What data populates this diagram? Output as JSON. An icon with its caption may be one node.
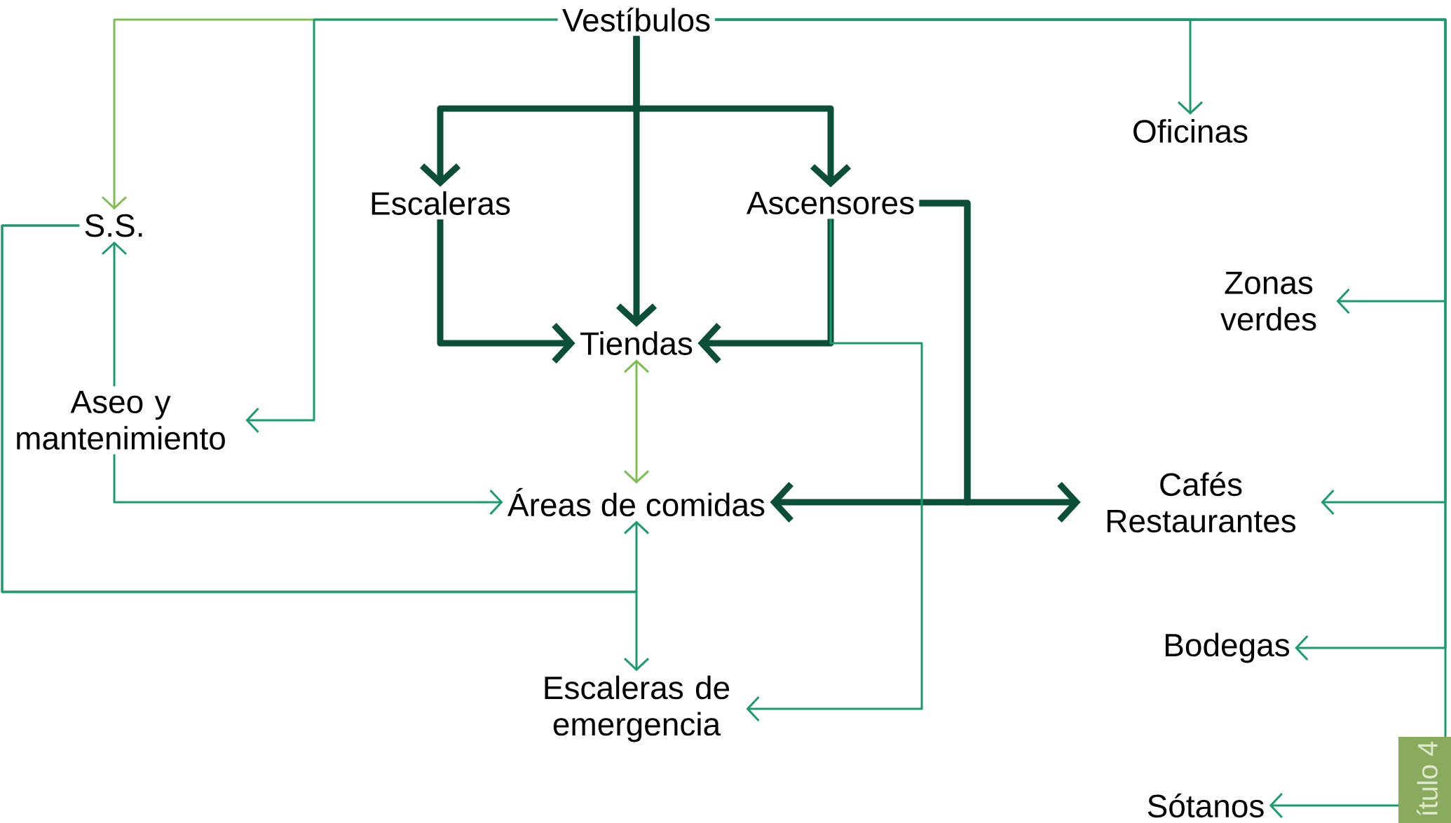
{
  "diagram": {
    "nodes": [
      {
        "text": [
          "Vestíbulos"
        ]
      },
      {
        "text": [
          "S.S."
        ]
      },
      {
        "text": [
          "Escaleras"
        ]
      },
      {
        "text": [
          "Ascensores"
        ]
      },
      {
        "text": [
          "Oficinas"
        ]
      },
      {
        "text": [
          "Tiendas"
        ]
      },
      {
        "text": [
          "Zonas verdes"
        ]
      },
      {
        "text": [
          "Aseo y mantenimiento"
        ]
      },
      {
        "text": [
          "Áreas de comidas"
        ]
      },
      {
        "text": [
          "Cafés Restaurantes"
        ]
      },
      {
        "text": [
          "Bodegas"
        ]
      },
      {
        "text": [
          "Escaleras de emergencia"
        ]
      },
      {
        "text": [
          "Sótanos"
        ]
      }
    ],
    "edges": [
      {
        "from": 0,
        "to": 1,
        "arrow": "to",
        "color": "#7dbd52"
      },
      {
        "from": 0,
        "to": 7,
        "arrow": "to"
      },
      {
        "from": 0,
        "to": 2,
        "arrow": "to",
        "style": "thick",
        "color": "#0b4f38"
      },
      {
        "from": 0,
        "to": 3,
        "arrow": "to",
        "style": "thick",
        "color": "#0b4f38"
      },
      {
        "from": 0,
        "to": 5,
        "arrow": "to",
        "style": "thick",
        "color": "#0b4f38"
      },
      {
        "from": 0,
        "to": 4,
        "arrow": "to"
      },
      {
        "from": 0,
        "to": 6,
        "arrow": "to"
      },
      {
        "from": 0,
        "to": 9,
        "arrow": "to"
      },
      {
        "from": 0,
        "to": 10,
        "arrow": "to"
      },
      {
        "from": 0,
        "to": 12,
        "arrow": "to"
      },
      {
        "from": 2,
        "to": 5,
        "arrow": "to",
        "style": "thick",
        "color": "#0b4f38"
      },
      {
        "from": 3,
        "to": 5,
        "arrow": "to",
        "style": "thick",
        "color": "#0b4f38"
      },
      {
        "from": 3,
        "to": 8,
        "arrow": "to",
        "style": "thick",
        "color": "#0b4f38"
      },
      {
        "from": 3,
        "to": 9,
        "arrow": "to",
        "style": "thick",
        "color": "#0b4f38"
      },
      {
        "from": 3,
        "to": 11,
        "arrow": "to"
      },
      {
        "from": 5,
        "to": 8,
        "arrow": "both",
        "color": "#7dbd52"
      },
      {
        "from": 7,
        "to": 1,
        "arrow": "to"
      },
      {
        "from": 7,
        "to": 8,
        "arrow": "to"
      },
      {
        "from": 1,
        "to": 8,
        "arrow": "to"
      },
      {
        "from": 1,
        "to": 11,
        "arrow": "to"
      }
    ],
    "labels": [
      "ítulo 4"
    ]
  }
}
